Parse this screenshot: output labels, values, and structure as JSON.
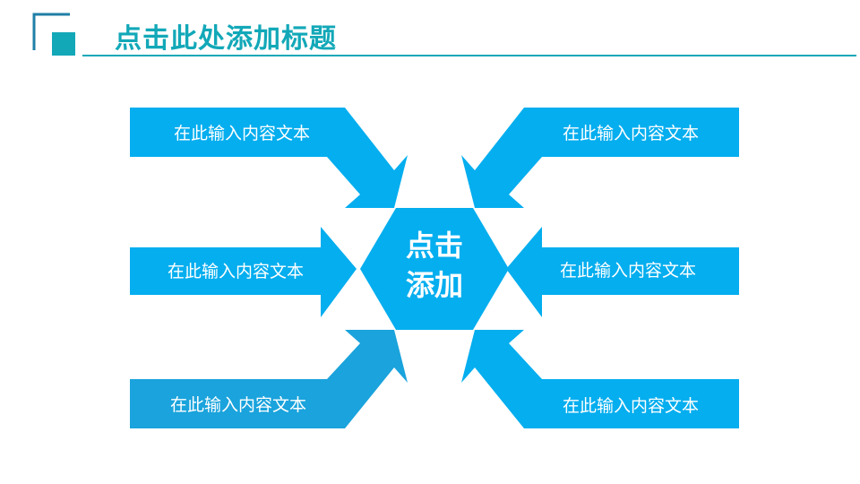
{
  "title": "点击此处添加标题",
  "center": {
    "line1": "点击",
    "line2": "添加"
  },
  "arrows": [
    {
      "label": "在此输入内容文本"
    },
    {
      "label": "在此输入内容文本"
    },
    {
      "label": "在此输入内容文本"
    },
    {
      "label": "在此输入内容文本"
    },
    {
      "label": "在此输入内容文本"
    },
    {
      "label": "在此输入内容文本"
    }
  ],
  "colors": {
    "accent": "#12a8b8",
    "arrow": "#04aeef",
    "arrow_dark": "#1aa3dc"
  }
}
